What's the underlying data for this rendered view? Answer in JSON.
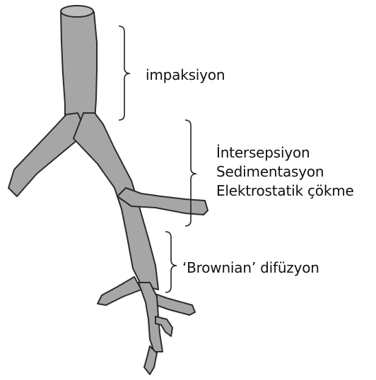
{
  "labels": {
    "impaction": "impaksiyon",
    "interception": "İntersepsiyon",
    "sedimentation": "Sedimentasyon",
    "electrostatic": "Elektrostatik çökme",
    "brownian": "‘Brownian’ difüzyon"
  },
  "colors": {
    "airway_fill": "#a6a6a6",
    "airway_stroke": "#2b2b2b",
    "bracket": "#222222",
    "text": "#111111"
  },
  "icons": {
    "airway": "bronchial-tree-drawing",
    "brackets": "right-curly-bracket"
  }
}
